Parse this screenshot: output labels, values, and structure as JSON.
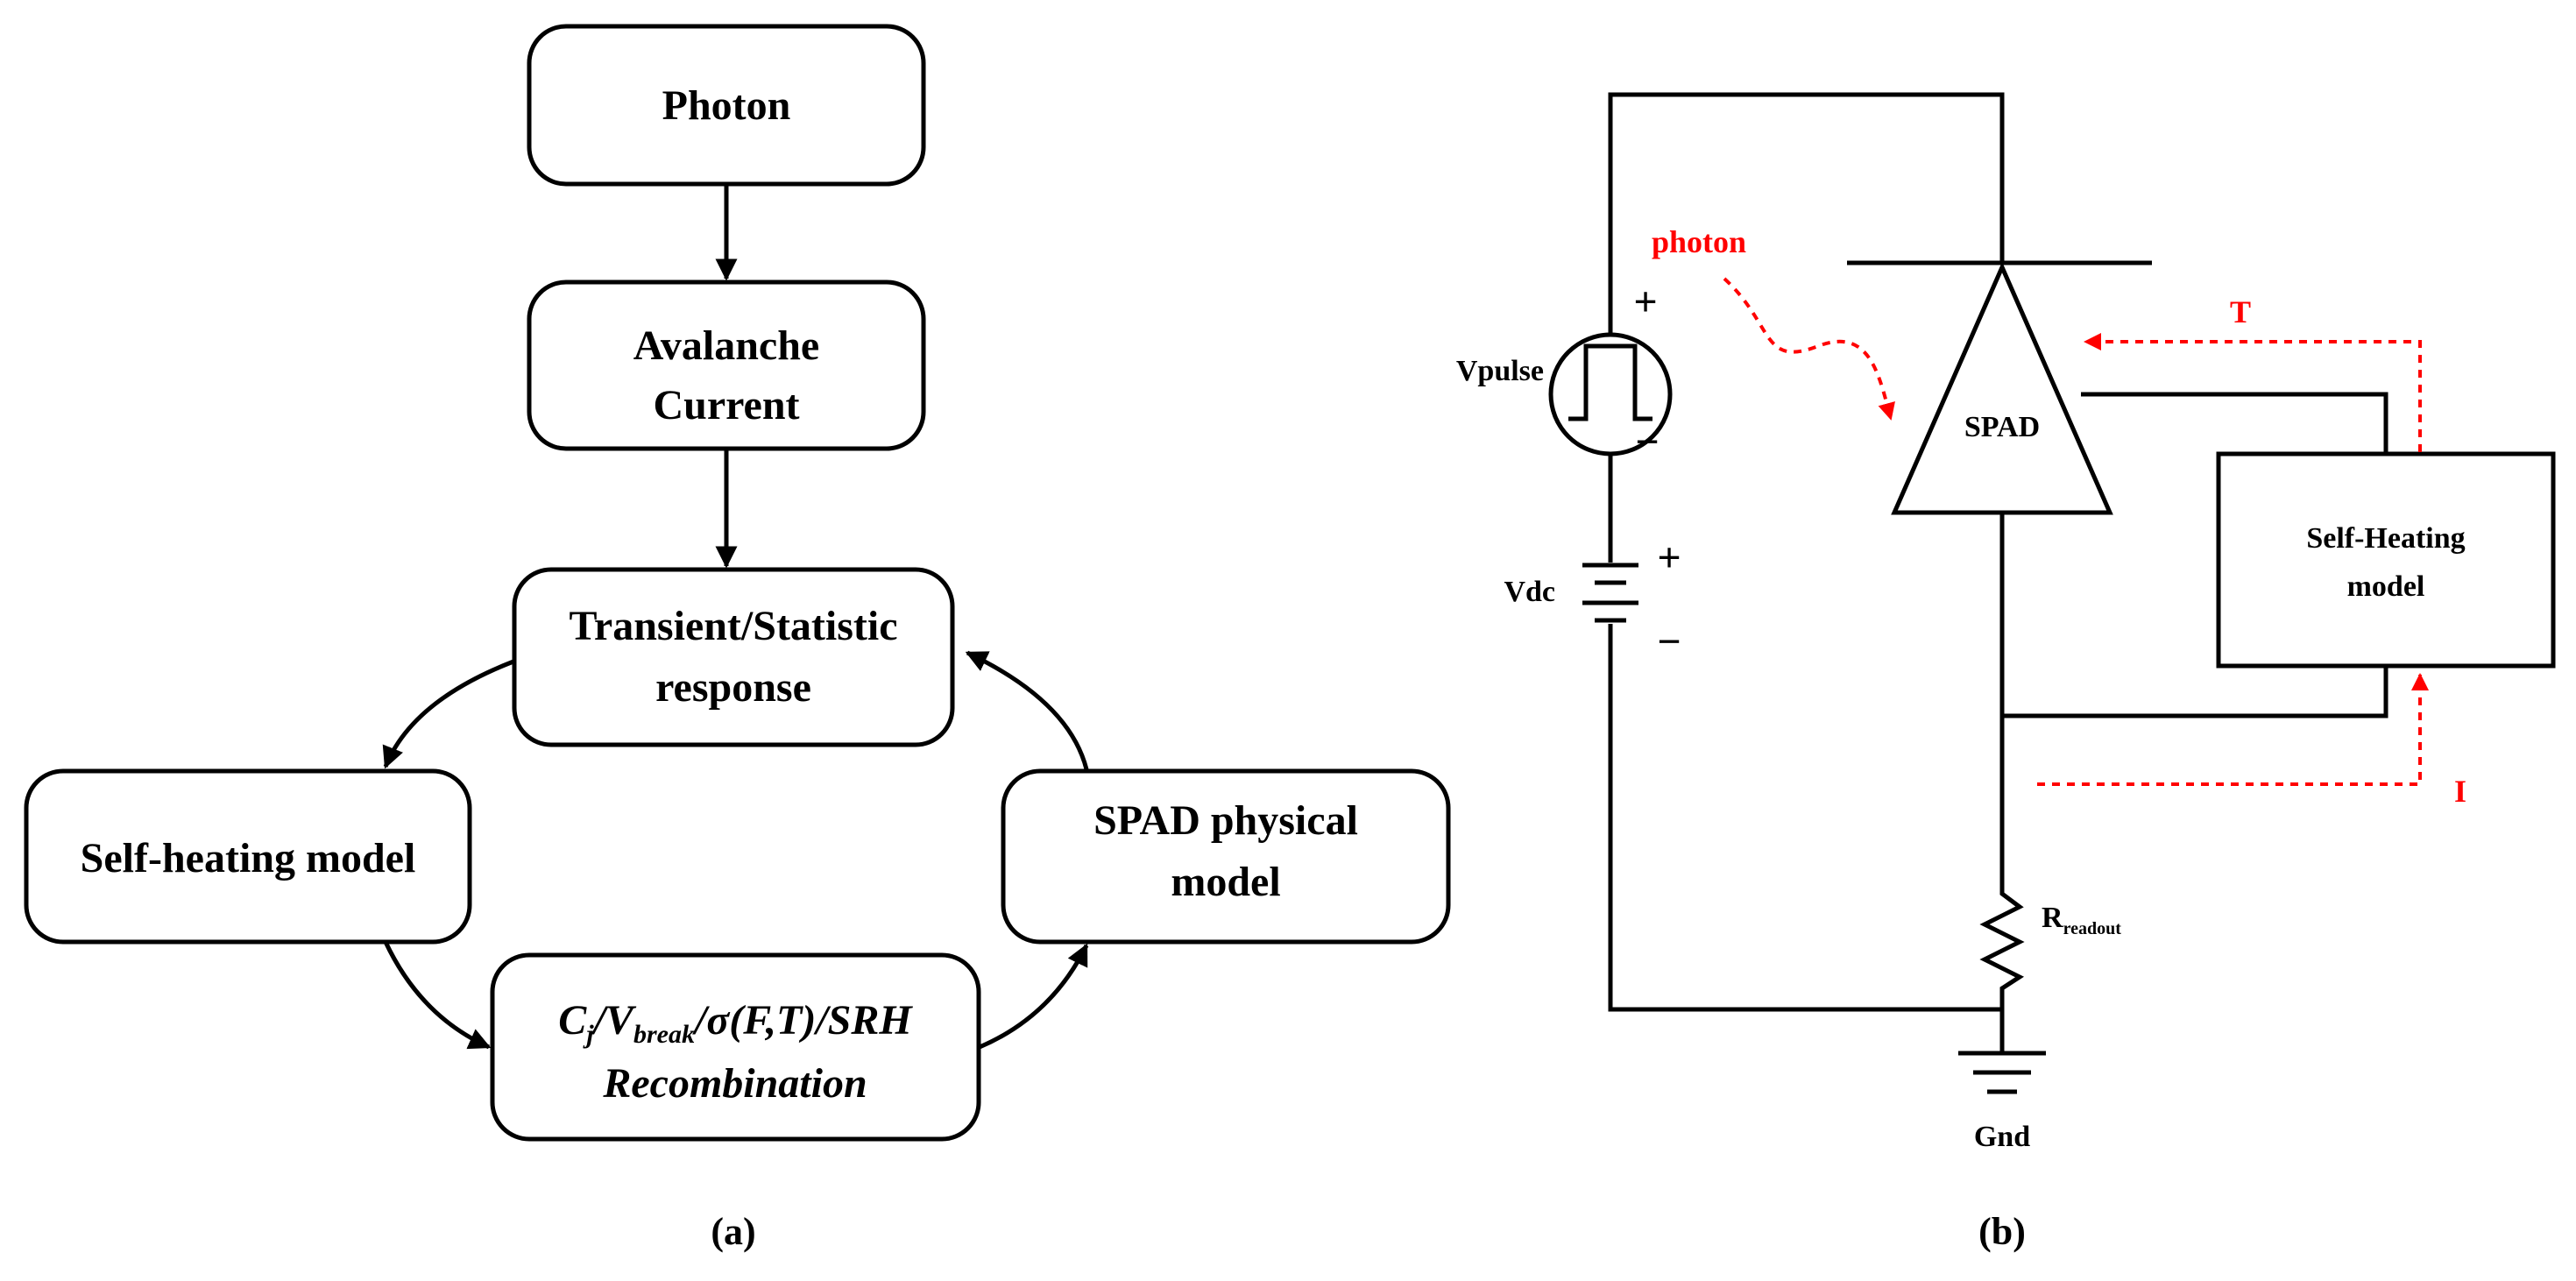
{
  "panel_a": {
    "nodes": {
      "photon": [
        "Photon"
      ],
      "avalanche": [
        "Avalanche",
        "Current"
      ],
      "transient": [
        "Transient/Statistic",
        "response"
      ],
      "self_heating": [
        "Self-heating model"
      ],
      "spad_physical": [
        "SPAD physical",
        "model"
      ],
      "params": {
        "c": "C",
        "c_sub": "j",
        "v": "/V",
        "v_sub": "break",
        "rest": "/σ(F,T)/SRH",
        "line2": "Recombination"
      }
    },
    "caption": "(a)"
  },
  "panel_b": {
    "labels": {
      "photon": "photon",
      "vpulse": "Vpulse",
      "vdc": "Vdc",
      "spad": "SPAD",
      "self_heating_line1": "Self-Heating",
      "self_heating_line2": "model",
      "t_signal": "T",
      "i_signal": "I",
      "r_main": "R",
      "r_sub": "readout",
      "gnd": "Gnd",
      "plus": "+",
      "minus": "−"
    },
    "colors": {
      "signal": "#ff0000",
      "wire": "#000000"
    },
    "caption": "(b)"
  }
}
